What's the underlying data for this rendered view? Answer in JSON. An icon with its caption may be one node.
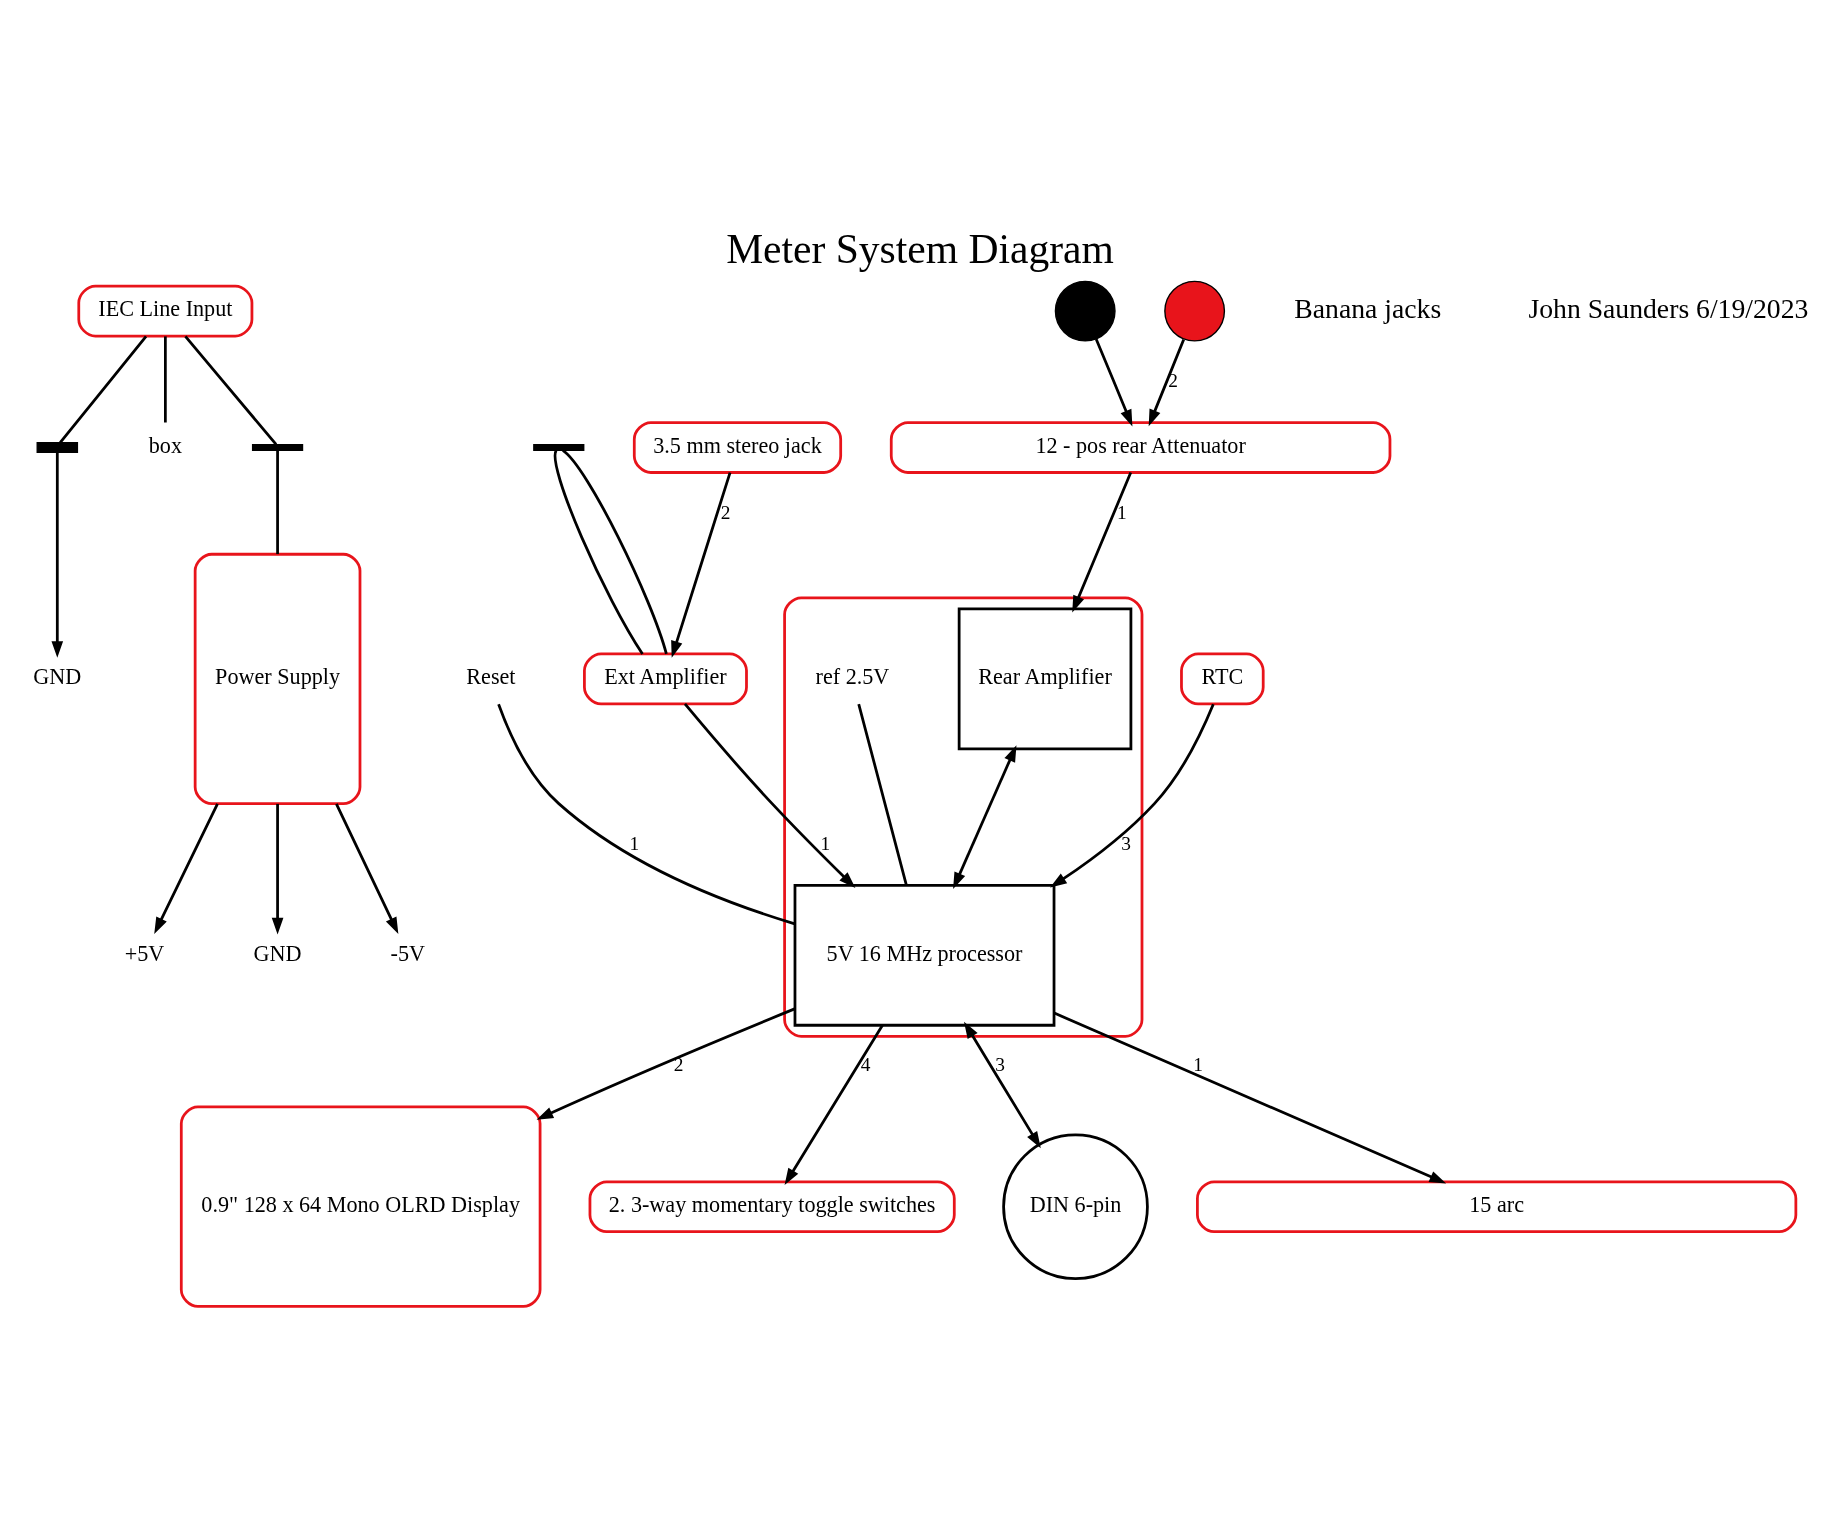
{
  "diagram": {
    "title": "Meter System Diagram",
    "nodes": [
      {
        "text": [
          "IEC Line Input"
        ]
      },
      {
        "text": [],
        "shape": "capacitor"
      },
      {
        "text": [
          "GND"
        ]
      },
      {
        "text": [
          "box"
        ]
      },
      {
        "text": [],
        "shape": "switch"
      },
      {
        "text": [
          "Power Supply"
        ]
      },
      {
        "text": [
          "+5V"
        ]
      },
      {
        "text": [
          "GND"
        ]
      },
      {
        "text": [
          "-5V"
        ]
      },
      {
        "text": [
          "12 - pos rear Attenuator"
        ]
      },
      {
        "text": [
          "Reset"
        ]
      },
      {
        "text": [
          "Ext Amplifier"
        ]
      },
      {
        "text": [],
        "shape": "switch"
      },
      {
        "text": [
          "3.5 mm stereo jack"
        ]
      },
      {
        "text": [
          "RTC"
        ]
      },
      {
        "text": [
          "0.9\" 128 x 64 Mono OLRD Display"
        ]
      },
      {
        "text": [],
        "shape": "box"
      },
      {
        "text": [
          "Rear Amplifier"
        ],
        "in": 16
      },
      {
        "text": [
          "ref 2.5V"
        ],
        "in": 16
      },
      {
        "text": [
          "5V 16 MHz processor"
        ],
        "in": 16
      },
      {
        "text": [
          "2. 3-way momentary toggle switches"
        ]
      },
      {
        "text": [],
        "shape": "circle"
      },
      {
        "text": [],
        "shape": "circle"
      },
      {
        "text": [
          "DIN 6-pin"
        ]
      },
      {
        "text": [
          "15 arc"
        ]
      }
    ],
    "edges": [
      {
        "from": 0,
        "to": 1,
        "arrow": "none"
      },
      {
        "from": 1,
        "to": 2,
        "arrow": "to"
      },
      {
        "from": 0,
        "to": 3,
        "arrow": "none"
      },
      {
        "from": 0,
        "to": 4,
        "arrow": "none"
      },
      {
        "from": 4,
        "to": 5,
        "arrow": "none"
      },
      {
        "from": 5,
        "to": 6,
        "arrow": "to"
      },
      {
        "from": 5,
        "to": 7,
        "arrow": "to"
      },
      {
        "from": 5,
        "to": 8,
        "arrow": "to"
      },
      {
        "from": 22,
        "to": 9,
        "arrow": "to",
        "label": "2"
      },
      {
        "from": 21,
        "to": 9,
        "arrow": "to"
      },
      {
        "from": 9,
        "to": 17,
        "arrow": "to",
        "label": "1"
      },
      {
        "from": 10,
        "to": 19,
        "arrow": "none",
        "label": "1"
      },
      {
        "from": 12,
        "to": 11,
        "arrow": "none"
      },
      {
        "from": 12,
        "to": 11,
        "arrow": "none"
      },
      {
        "from": 13,
        "to": 11,
        "arrow": "to",
        "label": "2"
      },
      {
        "from": 11,
        "to": 19,
        "arrow": "to",
        "label": "1"
      },
      {
        "from": 14,
        "to": 19,
        "arrow": "to",
        "label": "3"
      },
      {
        "from": 17,
        "to": 19,
        "arrow": "both"
      },
      {
        "from": 18,
        "to": 19,
        "arrow": "none"
      },
      {
        "from": 19,
        "to": 15,
        "arrow": "to",
        "label": "2"
      },
      {
        "from": 19,
        "to": 20,
        "arrow": "to",
        "label": "4"
      },
      {
        "from": 19,
        "to": 23,
        "arrow": "both",
        "label": "3"
      },
      {
        "from": 19,
        "to": 24,
        "arrow": "to",
        "label": "1"
      }
    ],
    "labels": [
      "Banana jacks",
      "John Saunders 6/19/2023"
    ]
  }
}
